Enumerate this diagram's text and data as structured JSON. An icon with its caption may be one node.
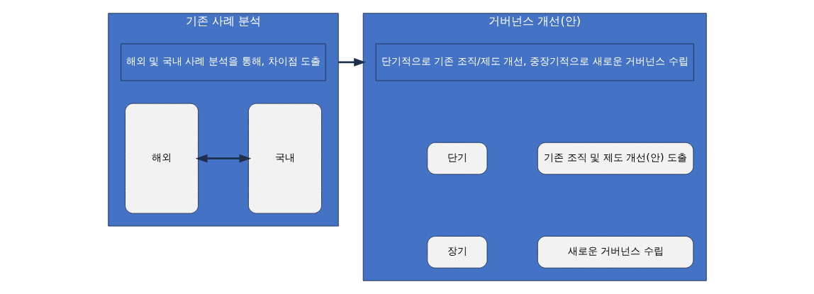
{
  "diagram": {
    "nodes": [
      {
        "text": [
          "기존 사례 분석"
        ]
      },
      {
        "text": [
          "해외 및 국내 사례 분석을 통해, 차이점 도출"
        ],
        "in": 0
      },
      {
        "text": [
          "해외"
        ],
        "in": 0
      },
      {
        "text": [
          "국내"
        ],
        "in": 0
      },
      {
        "text": [
          "거버넌스 개선(안)"
        ]
      },
      {
        "text": [
          "단기적으로 기존 조직/제도 개선, 중장기적으로 새로운 거버넌스 수립"
        ],
        "in": 4
      },
      {
        "text": [
          "단기"
        ],
        "in": 4
      },
      {
        "text": [
          "기존 조직 및 제도 개선(안) 도출"
        ],
        "in": 4
      },
      {
        "text": [
          "장기"
        ],
        "in": 4
      },
      {
        "text": [
          "새로운 거버넌스 수립"
        ],
        "in": 4
      }
    ],
    "edges": [
      {
        "from": 2,
        "to": 3,
        "arrow": "both"
      },
      {
        "from": 0,
        "to": 4,
        "arrow": "to"
      }
    ]
  }
}
